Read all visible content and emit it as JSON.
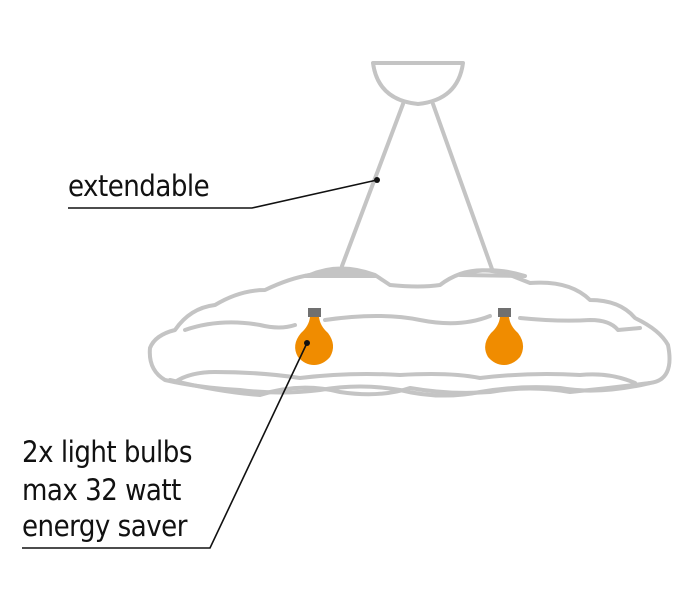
{
  "labels": {
    "extendable": "extendable",
    "bulbs_line1": "2x light bulbs",
    "bulbs_line2": "max 32 watt",
    "bulbs_line3": "energy saver"
  },
  "colors": {
    "lamp_outline": "#c4c4c4",
    "bulb": "#f08c00",
    "socket": "#707070",
    "leader": "#111111"
  }
}
